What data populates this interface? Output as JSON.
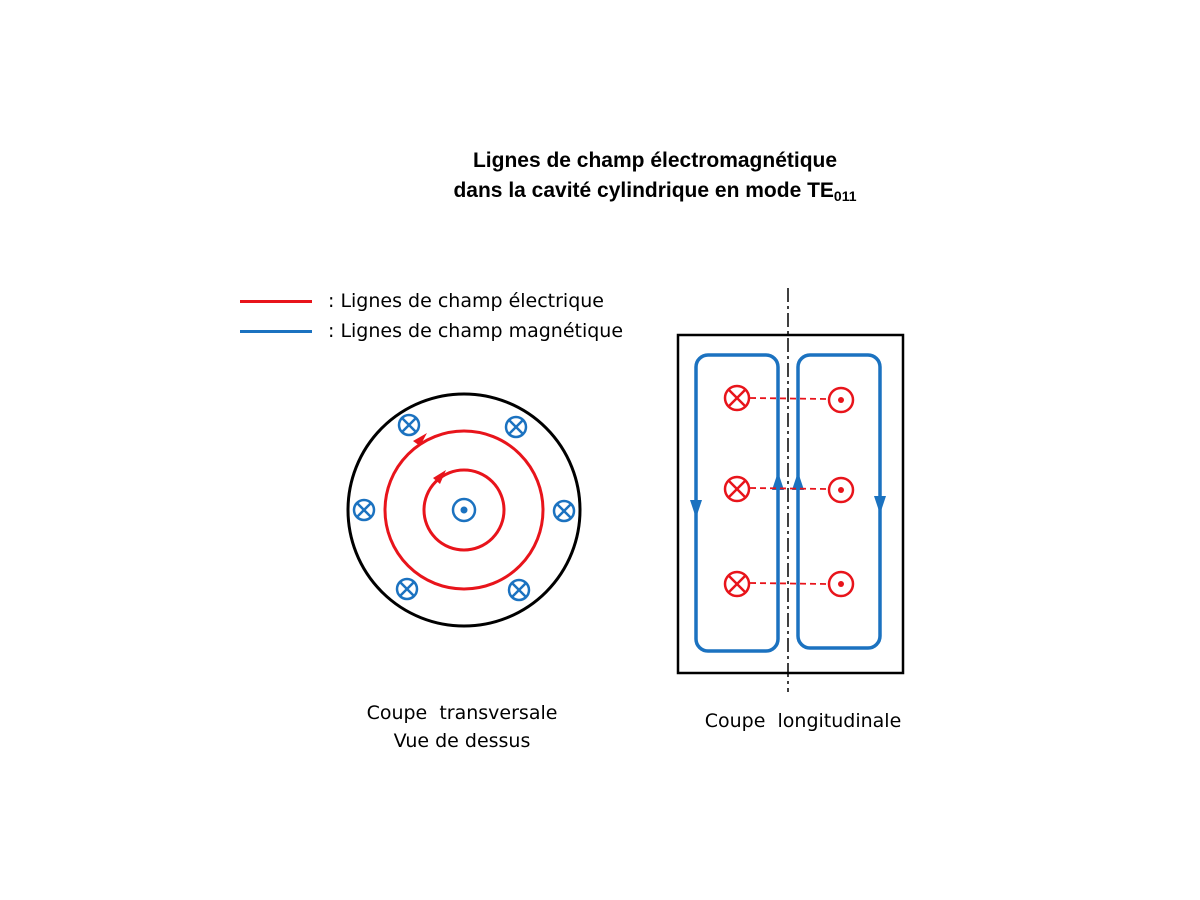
{
  "title": {
    "line1": "Lignes de champ électromagnétique",
    "line2_main": "dans la cavité cylindrique en mode TE",
    "line2_sub": "011"
  },
  "legend": [
    {
      "label": ": Lignes de champ électrique",
      "color": "#e8141b"
    },
    {
      "label": ": Lignes de champ magnétique",
      "color": "#1b72c0"
    }
  ],
  "captions": {
    "transverse_line1": "Coupe  transversale",
    "transverse_line2": "Vue de dessus",
    "longitudinal": "Coupe  longitudinale"
  },
  "colors": {
    "electric": "#e8141b",
    "magnetic": "#1b72c0",
    "outline": "#000000"
  },
  "icons": {
    "cross": "field-into-page-icon",
    "dot": "field-out-of-page-icon"
  }
}
